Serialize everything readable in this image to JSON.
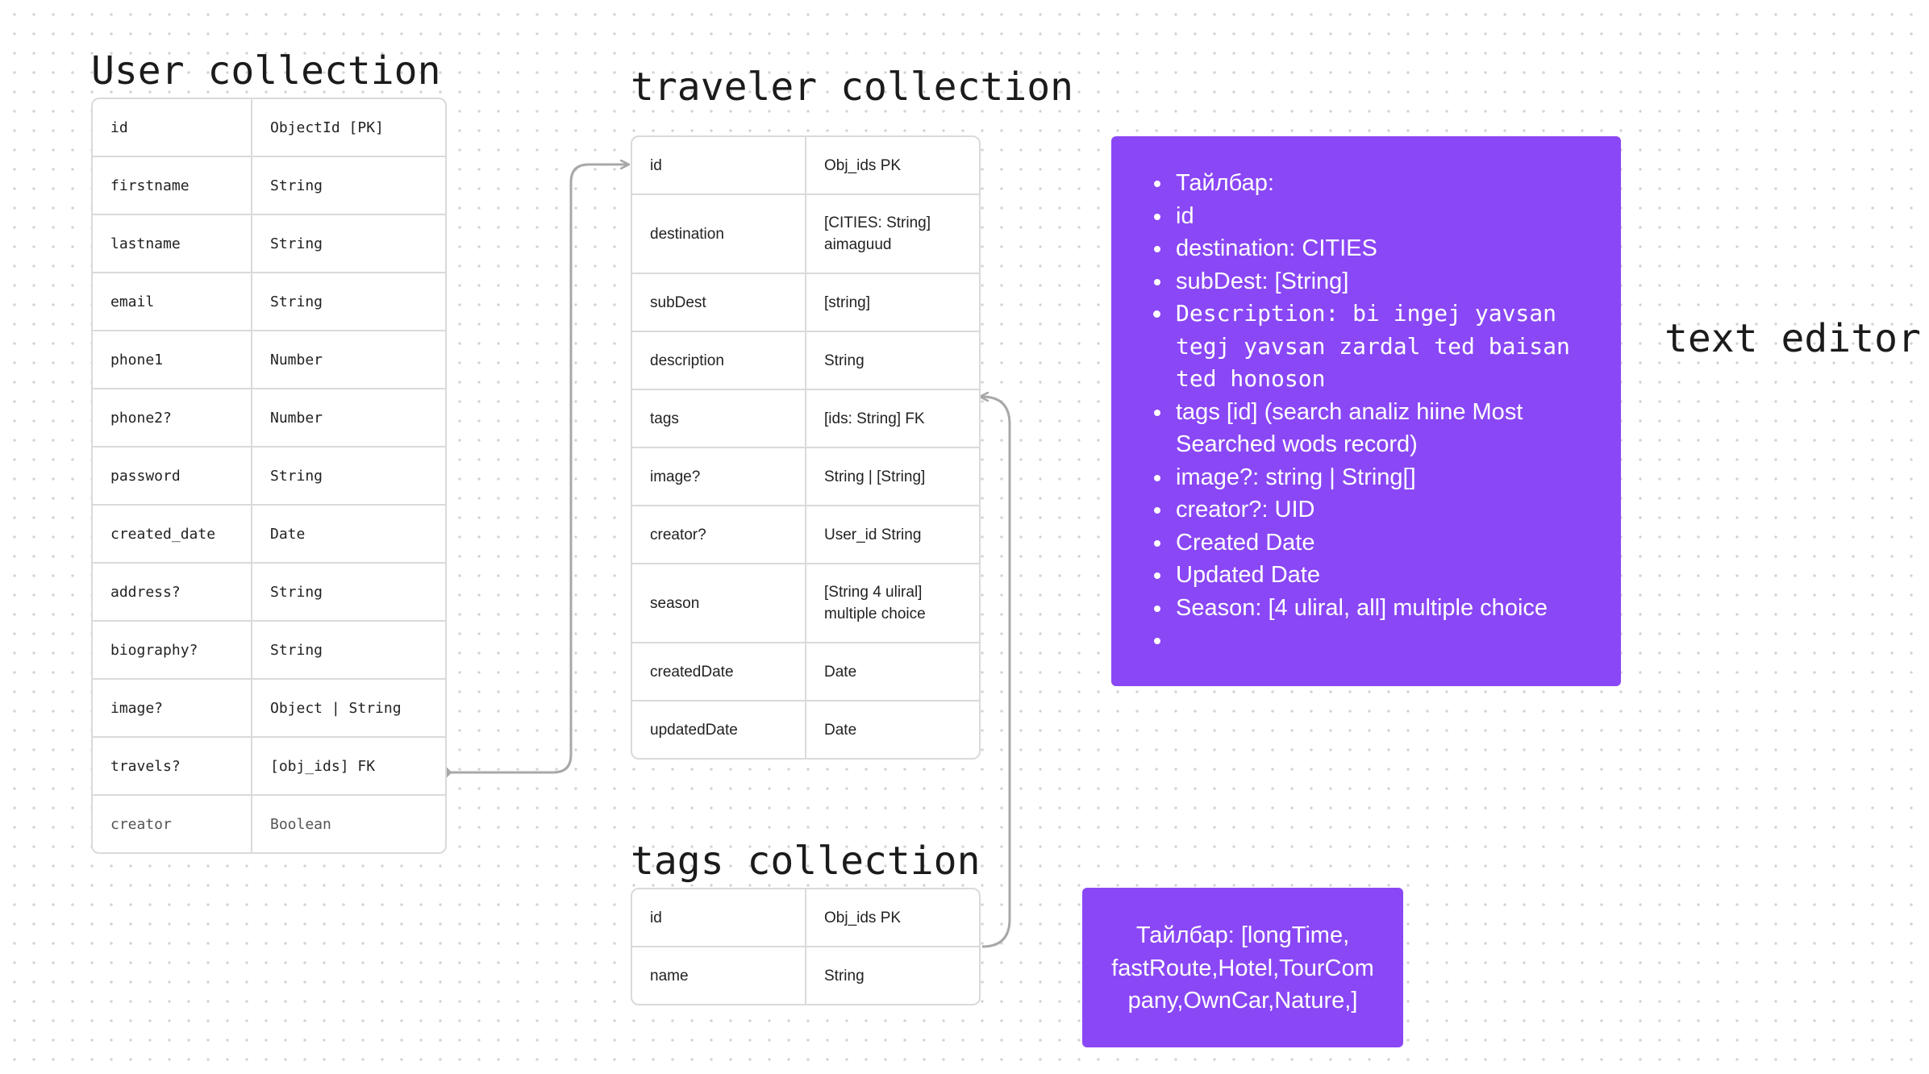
{
  "user_collection": {
    "title": "User collection",
    "rows": [
      {
        "field": "id",
        "type": "ObjectId [PK]"
      },
      {
        "field": "firstname",
        "type": "String"
      },
      {
        "field": "lastname",
        "type": "String"
      },
      {
        "field": "email",
        "type": "String"
      },
      {
        "field": "phone1",
        "type": "Number"
      },
      {
        "field": "phone2?",
        "type": "Number"
      },
      {
        "field": "password",
        "type": "String"
      },
      {
        "field": "created_date",
        "type": "Date"
      },
      {
        "field": "address?",
        "type": "String"
      },
      {
        "field": "biography?",
        "type": "String"
      },
      {
        "field": "image?",
        "type": "Object | String"
      },
      {
        "field": "travels?",
        "type": "[obj_ids] FK"
      },
      {
        "field": "creator",
        "type": "Boolean"
      }
    ]
  },
  "traveler_collection": {
    "title": "traveler collection",
    "rows": [
      {
        "field": "id",
        "type": "Obj_ids PK"
      },
      {
        "field": "destination",
        "type": "[CITIES: String]",
        "type2": "aimaguud"
      },
      {
        "field": "subDest",
        "type": "[string]"
      },
      {
        "field": "description",
        "type": "String"
      },
      {
        "field": "tags",
        "type": "[ids: String] FK"
      },
      {
        "field": "image?",
        "type": "String | [String]"
      },
      {
        "field": "creator?",
        "type": "User_id String"
      },
      {
        "field": "season",
        "type": "[String 4 uliral]",
        "type2": "multiple choice"
      },
      {
        "field": "createdDate",
        "type": "Date"
      },
      {
        "field": "updatedDate",
        "type": "Date"
      }
    ]
  },
  "tags_collection": {
    "title": "tags collection",
    "rows": [
      {
        "field": "id",
        "type": "Obj_ids PK"
      },
      {
        "field": "name",
        "type": "String"
      }
    ]
  },
  "description_note": {
    "items": [
      "Тайлбар:",
      "id",
      "destination: CITIES",
      "subDest: [String]",
      "Description: bi ingej yavsan tegj yavsan zardal ted baisan ted honoson",
      "tags [id] (search analiz hiine Most Searched wods record)",
      "image?: string | String[]",
      "creator?: UID",
      "Created Date",
      "Updated Date",
      "Season: [4 uliral, all] multiple choice",
      ""
    ]
  },
  "editor_label": "text editor",
  "tags_note": {
    "line1": "Тайлбар: [longTime,",
    "line2": "fastRoute,Hotel,TourCom",
    "line3": "pany,OwnCar,Nature,]"
  },
  "colors": {
    "note_background": "#8a47f5",
    "connector": "#a8a8a8",
    "border": "#dadada"
  }
}
